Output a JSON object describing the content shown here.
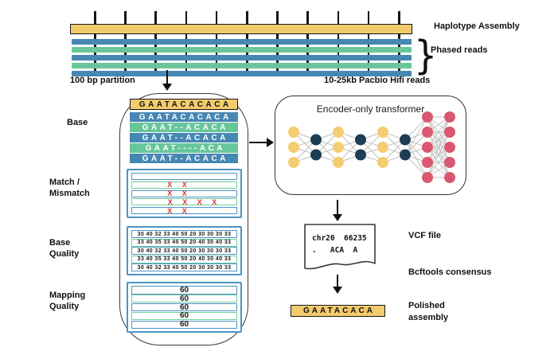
{
  "top": {
    "partition_line_count": 11,
    "haplotype_label": "Haplotype Assembly",
    "phased_brace": "}",
    "phased_label": "Phased reads",
    "partition_label": "100 bp partition",
    "reads_label": "10-25kb Pacbio Hifi reads"
  },
  "pileup": {
    "section_labels": {
      "base": "Base",
      "match_line1": "Match /",
      "match_line2": "Mismatch",
      "base_quality_line1": "Base",
      "base_quality_line2": "Quality",
      "mapping_line1": "Mapping",
      "mapping_line2": "Quality"
    },
    "reference": "GAATACACACA",
    "reads": [
      "GAATACACACA",
      "GAAT--ACACA",
      "GAAT--ACACA",
      "GAAT----ACA",
      "GAAT--ACACA"
    ],
    "match_rows": [
      "",
      "X X",
      "X X",
      "X X X X",
      "X X"
    ],
    "base_quality_rows": [
      "30 40 32 33 40 50 20 30 30 30 33",
      "33 40 35 33 40 50 20 40 30 40 33",
      "30 40 32 33 40 50 20 30 30 30 33",
      "33 40 35 33 40 50 20 40 30 40 33",
      "30 40 32 33 40 50 20 30 30 30 33"
    ],
    "mapping_quality_rows": [
      "60",
      "60",
      "60",
      "60",
      "60"
    ]
  },
  "transformer": {
    "title": "Encoder-only transformer",
    "network": {
      "column_colors": [
        "#F5CD71",
        "#1C3D54",
        "#F5CD71",
        "#1C3D54",
        "#F5CD71",
        "#1C3D54",
        "#D85872",
        "#D85872"
      ],
      "column_counts": [
        3,
        2,
        3,
        2,
        3,
        2,
        5,
        5
      ],
      "edge_color": "#c2c2c2"
    }
  },
  "vcf": {
    "line1": "chr20  66235",
    "line2": ".   ACA  A",
    "label": "VCF file"
  },
  "bcftools_label": "Bcftools consensus",
  "polished": {
    "sequence": "GAATACACA",
    "label_line1": "Polished",
    "label_line2": "assembly"
  },
  "colors": {
    "assembly_yellow": "#F2CB6C",
    "read_blue": "#4787B3",
    "read_green": "#68C69B",
    "node_yellow": "#F5CD71",
    "node_navy": "#1C3D54",
    "node_pink": "#D85872",
    "mismatch_red": "#E03030",
    "box_border_blue": "#4E93C5",
    "box_border_green": "#6FCDA0"
  }
}
